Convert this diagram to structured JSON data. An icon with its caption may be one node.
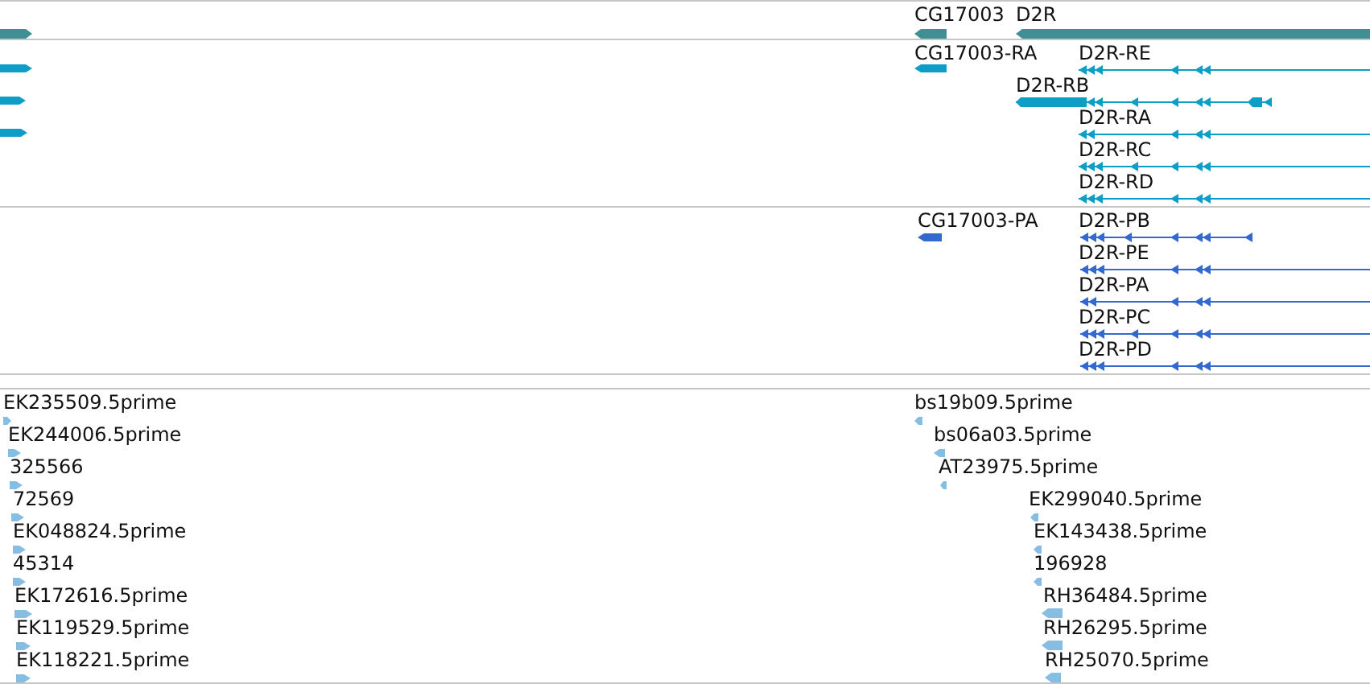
{
  "diagram": {
    "nodes": [
      {
        "text": [
          "CG17003",
          "D2R"
        ]
      },
      {
        "text": [
          "CG17003-RA",
          "D2R-RE",
          "D2R-RB",
          "D2R-RA",
          "D2R-RC",
          "D2R-RD"
        ]
      },
      {
        "text": [
          "CG17003-PA",
          "D2R-PB",
          "D2R-PE",
          "D2R-PA",
          "D2R-PC",
          "D2R-PD"
        ]
      },
      {
        "text": [
          "EK235509.5prime",
          "bs19b09.5prime",
          "EK244006.5prime",
          "bs06a03.5prime",
          "325566",
          "AT23975.5prime",
          "72569",
          "EK299040.5prime",
          "EK048824.5prime",
          "EK143438.5prime",
          "45314",
          "196928",
          "EK172616.5prime",
          "RH36484.5prime",
          "EK119529.5prime",
          "RH26295.5prime",
          "EK118221.5prime",
          "RH25070.5prime"
        ]
      }
    ]
  }
}
